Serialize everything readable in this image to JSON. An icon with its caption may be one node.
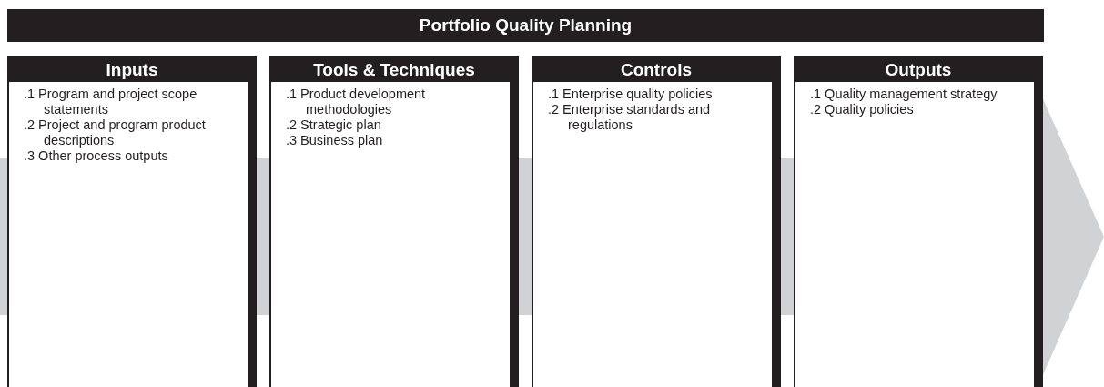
{
  "diagram": {
    "title": "Portfolio Quality Planning",
    "nodes": [
      {
        "text": [
          "Inputs",
          ".1 Program and project scope statements",
          ".2 Project and program product descriptions",
          ".3 Other process outputs"
        ]
      },
      {
        "text": [
          "Tools & Techniques",
          ".1 Product development methodologies",
          ".2 Strategic plan",
          ".3 Business plan"
        ]
      },
      {
        "text": [
          "Controls",
          ".1 Enterprise quality policies",
          ".2 Enterprise standards and regulations"
        ]
      },
      {
        "text": [
          "Outputs",
          ".1 Quality management strategy",
          ".2 Quality policies"
        ]
      }
    ],
    "edges": []
  }
}
